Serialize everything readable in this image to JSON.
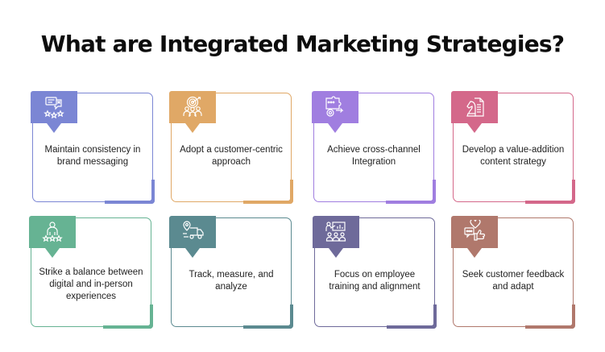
{
  "title": "What are Integrated Marketing Strategies?",
  "cards": [
    {
      "label": "Maintain consistency in brand messaging",
      "icon": "chat-stars-icon",
      "color": "#7b86d4"
    },
    {
      "label": "Adopt a customer-centric approach",
      "icon": "target-people-icon",
      "color": "#e0a866"
    },
    {
      "label": "Achieve cross-channel Integration",
      "icon": "puzzle-arrow-icon",
      "color": "#a07ee0"
    },
    {
      "label": "Develop a value-addition content strategy",
      "icon": "chess-knight-document-icon",
      "color": "#d4688a"
    },
    {
      "label": "Strike a balance between digital and in-person experiences",
      "icon": "person-stars-icon",
      "color": "#66b393"
    },
    {
      "label": "Track, measure, and analyze",
      "icon": "delivery-truck-location-icon",
      "color": "#5b8a90"
    },
    {
      "label": "Focus on employee training and alignment",
      "icon": "presentation-team-icon",
      "color": "#6e6a9a"
    },
    {
      "label": "Seek customer feedback and adapt",
      "icon": "feedback-heart-thumb-icon",
      "color": "#b0786c"
    }
  ]
}
